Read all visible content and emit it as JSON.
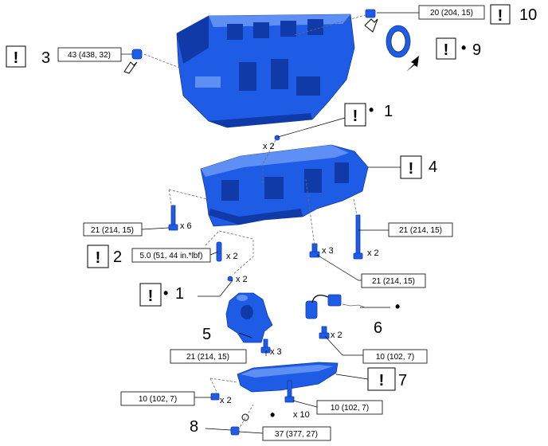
{
  "colors": {
    "part_fill": "#1e5ce6",
    "part_dark": "#0f3aa8",
    "part_light": "#5d8ff5",
    "line": "#000000",
    "leader": "#6b6b6b"
  },
  "caution_mark": "!",
  "new_part_mark": "•",
  "callouts": {
    "c1a": "1",
    "c1b": "1",
    "c2": "2",
    "c3": "3",
    "c4": "4",
    "c5": "5",
    "c6": "6",
    "c7": "7",
    "c8": "8",
    "c9": "9",
    "c10": "10"
  },
  "torques": {
    "t_oil_seal_plug": "20 (204, 15)",
    "t_plug_left": "43 (438, 32)",
    "t_stud_left": "21 (214, 15)",
    "t_stud_right": "21 (214, 15)",
    "t_pin": "5.0 (51, 44 in.*lbf)",
    "t_bolt_mid": "21 (214, 15)",
    "t_oil_pump": "21 (214, 15)",
    "t_sensor": "10 (102, 7)",
    "t_pan_left": "10 (102, 7)",
    "t_pan_bolts": "10 (102, 7)",
    "t_drain": "37 (377, 27)"
  },
  "multipliers": {
    "m_pins_top": "x 2",
    "m_stud6": "x 6",
    "m_pin2": "x 2",
    "m_bolt3": "x 3",
    "m_stud2": "x 2",
    "m_pins_low": "x 2",
    "m_pump3": "x 3",
    "m_sensor2": "x 2",
    "m_pan2": "x 2",
    "m_pan10": "x 10"
  }
}
